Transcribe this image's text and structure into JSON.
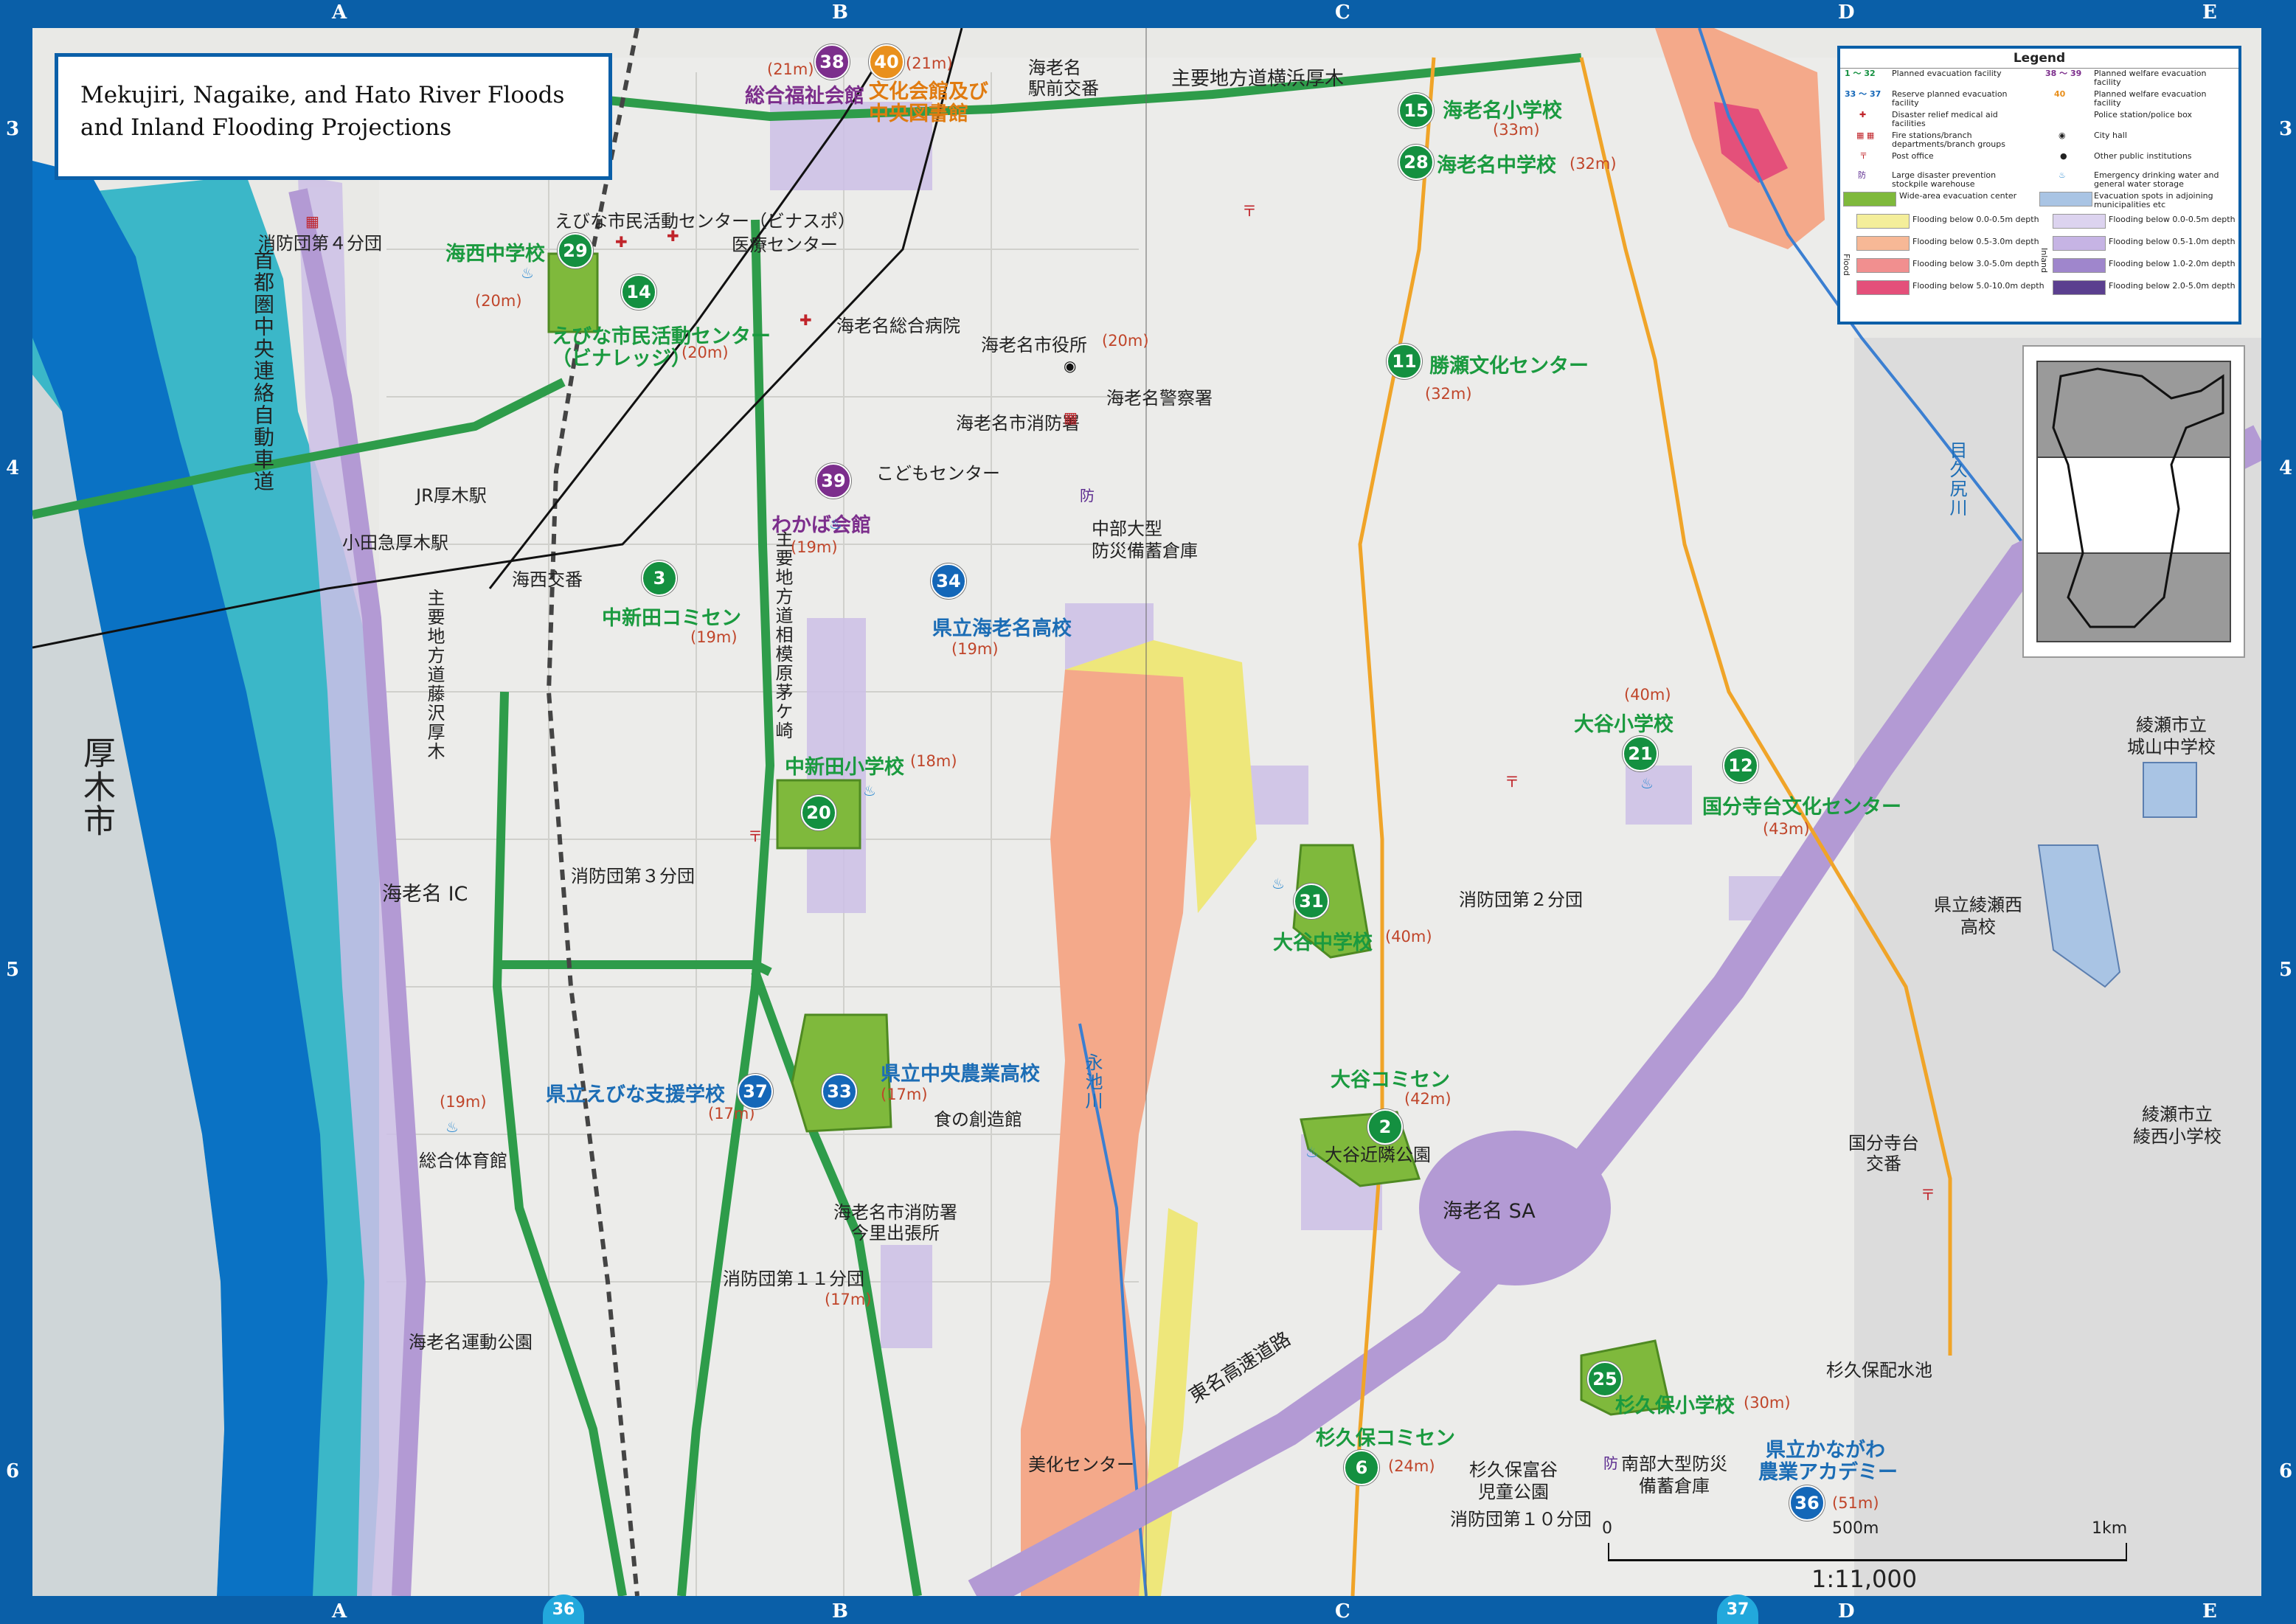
{
  "title": {
    "line1": "Mekujiri, Nagaike, and Hato River Floods",
    "line2": "and Inland Flooding Projections"
  },
  "frame": {
    "cols_top": [
      "A",
      "B",
      "C",
      "D",
      "E"
    ],
    "rows_left": [
      "3",
      "4",
      "5",
      "6"
    ],
    "page_left": "36",
    "page_right": "37"
  },
  "roads": {
    "road_top": "主要地方道横浜厚木",
    "road_fujisawa": "主要地方道藤沢厚木",
    "road_sagamihara": "主要地方道相模原茅ケ崎",
    "expressway_ken": "首都圏中央連絡自動車道",
    "tomei": "東名高速道路",
    "ebina_ic": "海老名 IC",
    "ebina_sa": "海老名 SA",
    "eikegawa": "永池川",
    "mekujiri": "目久尻川",
    "atsugi_city": "厚木市"
  },
  "stations": {
    "jr_atsugi": "JR厚木駅",
    "odakyu_atsugi": "小田急厚木駅",
    "ebina_ekimae_koban": "海老名\n駅前交番",
    "kaisei_koban": "海西交番",
    "kokubunjidai_koban": "国分寺台\n交番"
  },
  "facilities": {
    "sougou_fukushi": {
      "num": "38",
      "name": "総合福祉会館",
      "elev": "(21m)"
    },
    "bunka_kaikan": {
      "num": "40",
      "name1": "文化会館及び",
      "name2": "中央図書館",
      "elev": "(21m)"
    },
    "kaisei_jhs": {
      "num": "29",
      "name": "海西中学校",
      "elev": "(20m)"
    },
    "vinalage": {
      "num": "14",
      "name1": "えびな市民活動センター",
      "name2": "（ビナレッジ）",
      "elev": "(20m)"
    },
    "vinaspo": "えびな市民活動センター（ビナスポ）",
    "iryo_center": "医療センター",
    "sougou_byoin": "海老名総合病院",
    "shiyakusho": {
      "name": "海老名市役所",
      "elev": "(20m)"
    },
    "shobosho": "海老名市消防署",
    "keisatsusho": "海老名警察署",
    "kodomo_center": "こどもセンター",
    "wakaba": {
      "num": "39",
      "name": "わかば会館",
      "elev": "(19m)"
    },
    "chubu_bichiku": "中部大型\n防災備蓄倉庫",
    "nakashinden_comisen": {
      "num": "3",
      "name": "中新田コミセン",
      "elev": "(19m)"
    },
    "ebina_hs": {
      "num": "34",
      "name": "県立海老名高校",
      "elev": "(19m)"
    },
    "nakashinden_es": {
      "num": "20",
      "name": "中新田小学校",
      "elev": "(18m)"
    },
    "shobodan3": "消防団第３分団",
    "shobodan4": "消防団第４分団",
    "ebina_es": {
      "num": "15",
      "name": "海老名小学校",
      "elev": "(33m)"
    },
    "ebina_jhs": {
      "num": "28",
      "name": "海老名中学校",
      "elev": "(32m)"
    },
    "katsuse": {
      "num": "11",
      "name": "勝瀬文化センター",
      "elev": "(32m)"
    },
    "oya_es": {
      "num": "21",
      "name": "大谷小学校",
      "elev": "(40m)"
    },
    "kokubunjidai_bunka": {
      "num": "12",
      "name": "国分寺台文化センター",
      "elev": "(43m)"
    },
    "oya_jhs": {
      "num": "31",
      "name": "大谷中学校",
      "elev": "(40m)"
    },
    "shobodan2": "消防団第２分団",
    "oya_comisen": {
      "num": "2",
      "name": "大谷コミセン",
      "elev": "(42m)"
    },
    "oya_kinrin": "大谷近隣公園",
    "ebina_shien": {
      "num": "37",
      "name": "県立えびな支援学校",
      "elev": "(17m)"
    },
    "chuo_nogyo": {
      "num": "33",
      "name": "県立中央農業高校",
      "elev": "(17m)"
    },
    "shoku_sozokan": "食の創造館",
    "sougou_taiikukan": {
      "name": "総合体育館",
      "elev": "(19m)"
    },
    "imasato": "海老名市消防署\n今里出張所",
    "shobodan11": {
      "name": "消防団第１１分団",
      "elev": "(17m)"
    },
    "ebina_undo": "海老名運動公園",
    "bika_center": "美化センター",
    "sugikubo_es": {
      "num": "25",
      "name": "杉久保小学校",
      "elev": "(30m)"
    },
    "sugikubo_haisui": "杉久保配水池",
    "sugikubo_comisen": {
      "num": "6",
      "name": "杉久保コミセン",
      "elev": "(24m)"
    },
    "sugikubo_jido": "杉久保富谷\n児童公園",
    "nanbu_bichiku": "南部大型防災\n備蓄倉庫",
    "shobodan10": "消防団第１０分団",
    "nogyo_academy": {
      "num": "36",
      "name1": "県立かながわ",
      "name2": "農業アカデミー",
      "elev": "(51m)"
    },
    "ayase_shiroyama": "綾瀬市立\n城山中学校",
    "ayase_nishi_hs": "県立綾瀬西\n高校",
    "ayase_nishi_es": "綾瀬市立\n綾西小学校"
  },
  "scale": {
    "zero": "0",
    "mid": "500m",
    "end": "1km",
    "ratio": "1:11,000"
  },
  "legend": {
    "title": "Legend",
    "r1_sym": "1 ～ 32",
    "r1_txt": "Planned evacuation facility",
    "r1b_sym": "38 ～ 39",
    "r1b_txt": "Planned welfare evacuation facility",
    "r2_sym": "33 ～ 37",
    "r2_txt": "Reserve planned evacuation facility",
    "r2b_sym": "40",
    "r2b_txt": "Planned welfare evacuation facility",
    "r3_txt": "Disaster relief medical aid facilities",
    "r3b_txt": "Police station/police box",
    "r4_txt": "Fire stations/branch departments/branch groups",
    "r4b_txt": "City hall",
    "r5_txt": "Post office",
    "r5b_txt": "Other public institutions",
    "r6_txt": "Large disaster prevention stockpile warehouse",
    "r6b_txt": "Emergency drinking water and general water storage",
    "r7_txt": "Wide-area evacuation center",
    "r7b_txt": "Evacuation spots in adjoining municipalities etc",
    "flood_label": "Flood",
    "inland_label": "Inland",
    "f1": "Flooding below 0.0-0.5m depth",
    "f2": "Flooding below 0.5-3.0m depth",
    "f3": "Flooding below 3.0-5.0m depth",
    "f4": "Flooding below 5.0-10.0m depth",
    "i1": "Flooding below 0.0-0.5m depth",
    "i2": "Flooding below 0.5-1.0m depth",
    "i3": "Flooding below 1.0-2.0m depth",
    "i4": "Flooding below 2.0-5.0m depth",
    "colors": {
      "f1": "#f4ee9a",
      "f2": "#f7b896",
      "f3": "#f18f8f",
      "f4": "#e4507a",
      "i1": "#dcd3ef",
      "i2": "#c6b4e4",
      "i3": "#9f86cc",
      "i4": "#5b3f8f",
      "wide": "#7fb93c",
      "adjoin": "#a9c4e4"
    }
  },
  "colors": {
    "river": "#0a72c4",
    "floodplain": "#3bb7c8",
    "green_road": "#2e9c4a",
    "purple_road": "#b9a0d6",
    "orange_flood": "#f4a98a",
    "yellow_flood": "#eee77b",
    "frame": "#0a5fa8"
  }
}
